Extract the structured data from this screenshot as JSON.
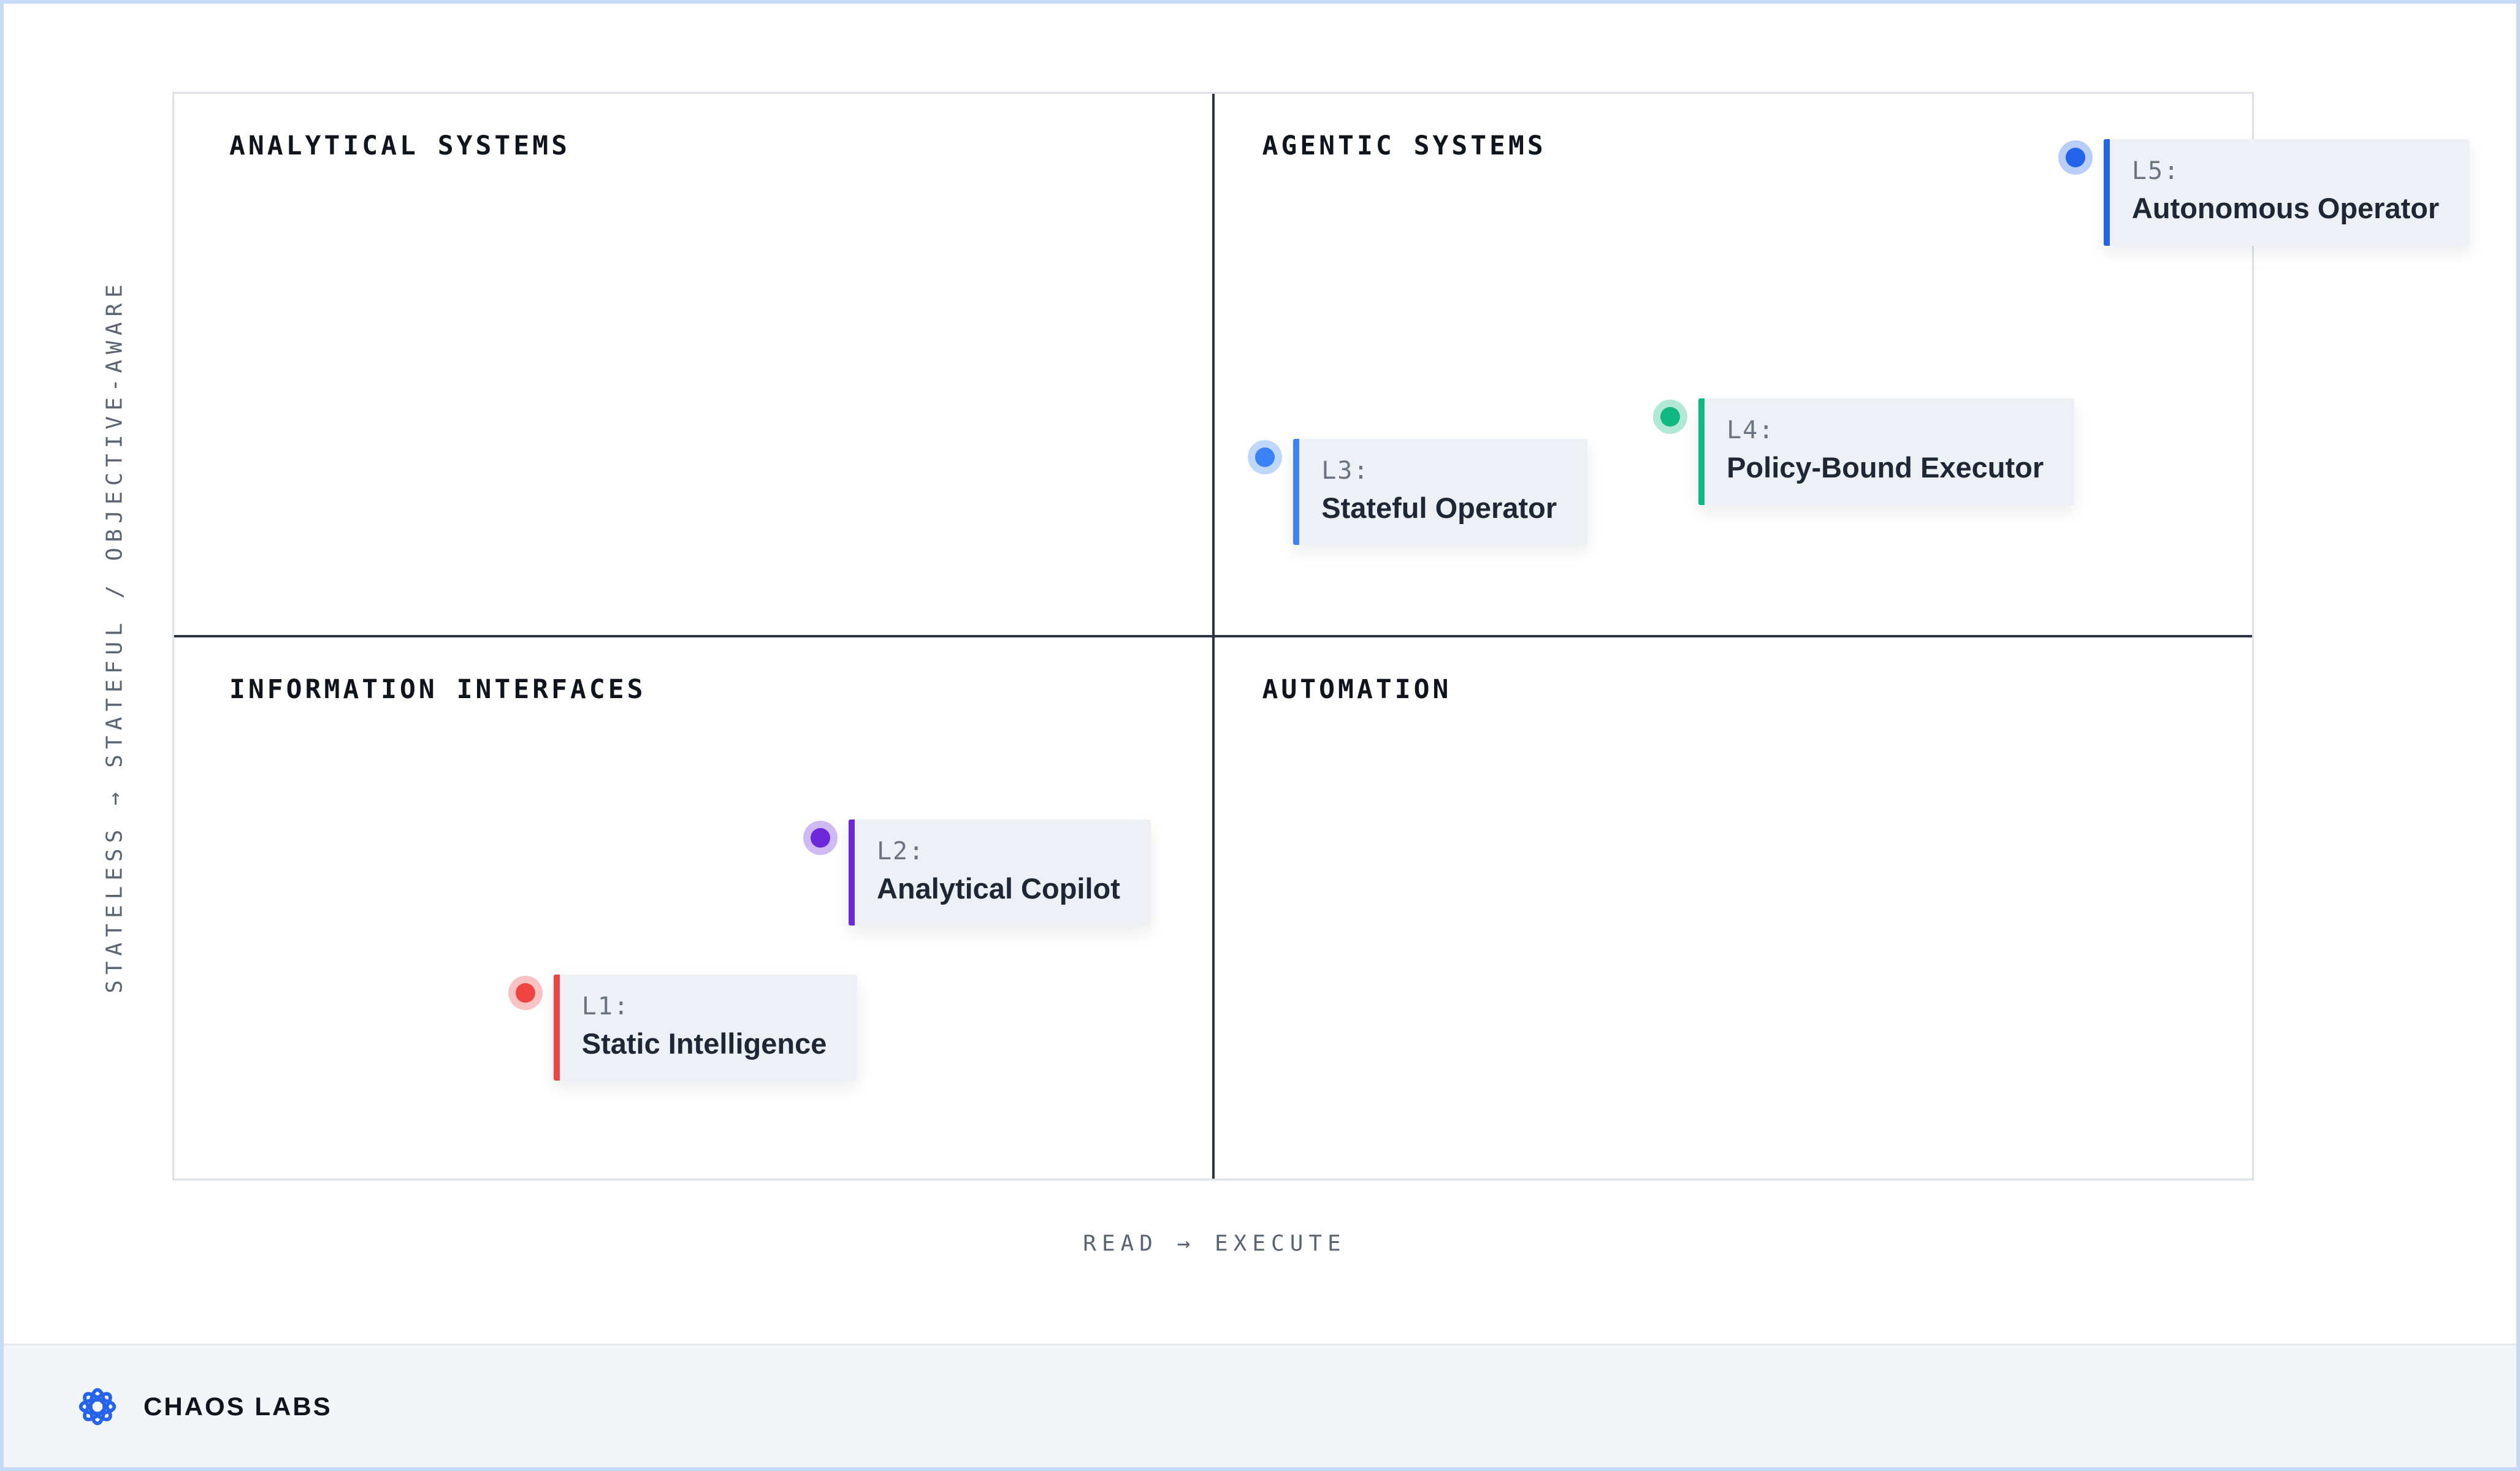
{
  "page": {
    "background": "#ffffff",
    "border_color": "#c7daf5"
  },
  "chart_data": {
    "type": "scatter",
    "variant": "quadrant-map",
    "title": "",
    "xlabel": "READ → EXECUTE",
    "ylabel": "STATELESS → STATEFUL / OBJECTIVE-AWARE",
    "grid": "quadrant-cross",
    "quadrants": [
      {
        "name": "ANALYTICAL SYSTEMS",
        "position": "top-left"
      },
      {
        "name": "AGENTIC SYSTEMS",
        "position": "top-right"
      },
      {
        "name": "INFORMATION INTERFACES",
        "position": "bottom-left"
      },
      {
        "name": "AUTOMATION",
        "position": "bottom-right"
      }
    ],
    "points": [
      {
        "id": "L1",
        "level": "L1:",
        "name": "Static Intelligence",
        "color": "#ef4444",
        "x_pct": 16.9,
        "y_pct": 82.9
      },
      {
        "id": "L2",
        "level": "L2:",
        "name": "Analytical Copilot",
        "color": "#6d28d9",
        "x_pct": 31.1,
        "y_pct": 68.6
      },
      {
        "id": "L3",
        "level": "L3:",
        "name": "Stateful Operator",
        "color": "#3b82f6",
        "x_pct": 52.5,
        "y_pct": 33.5
      },
      {
        "id": "L4",
        "level": "L4:",
        "name": "Policy-Bound Executor",
        "color": "#10b981",
        "x_pct": 72.0,
        "y_pct": 29.8
      },
      {
        "id": "L5",
        "level": "L5:",
        "name": "Autonomous Operator",
        "color": "#2563eb",
        "x_pct": 91.5,
        "y_pct": 5.9
      }
    ]
  },
  "footer": {
    "brand": "CHAOS LABS",
    "logo_color": "#2563eb"
  }
}
